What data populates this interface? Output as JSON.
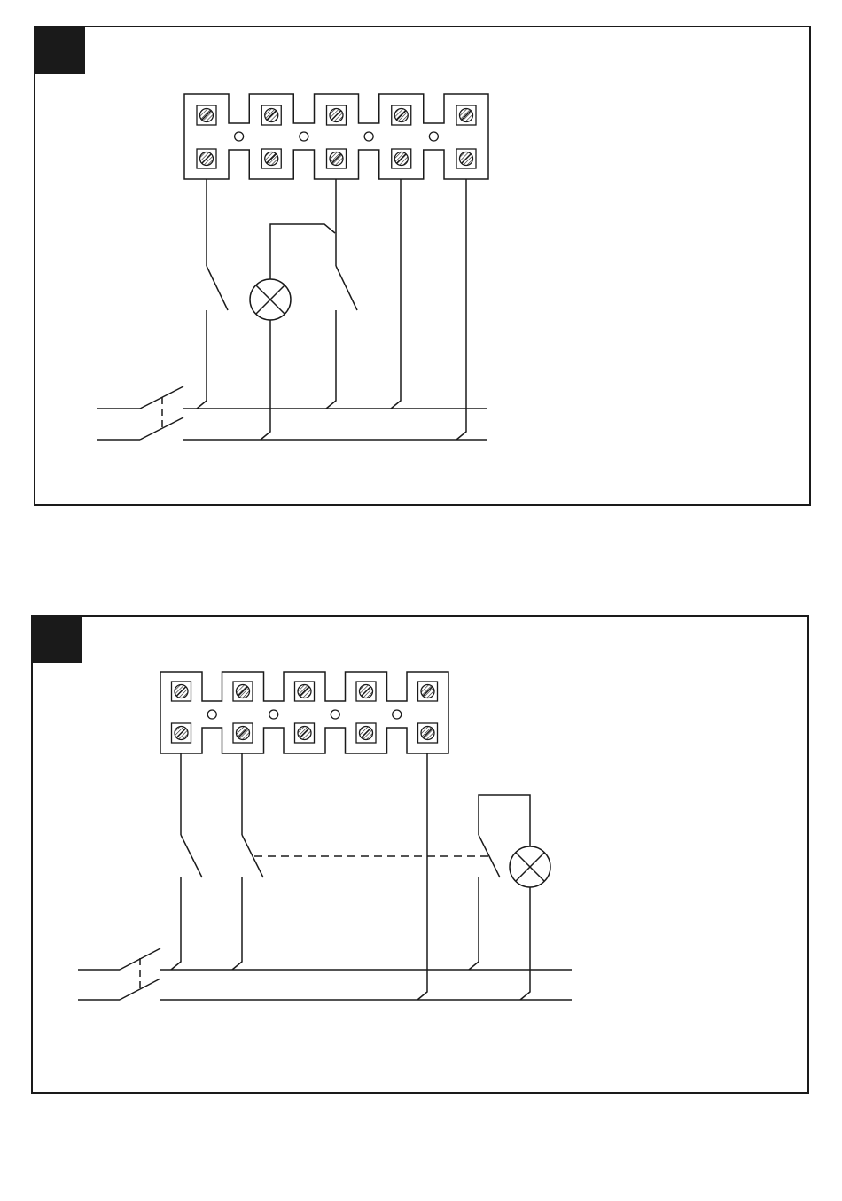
{
  "colors": {
    "ink": "#1a1a1a",
    "background": "#ffffff"
  },
  "panels": [
    {
      "id": "panel-1",
      "terminal_block": {
        "terminals": 5,
        "screw_rows": 2
      },
      "components": [
        "lamp-icon",
        "switch-contact-icon",
        "switch-contact-icon",
        "main-switch-icon"
      ]
    },
    {
      "id": "panel-2",
      "terminal_block": {
        "terminals": 5,
        "screw_rows": 2
      },
      "components": [
        "lamp-icon",
        "switch-contact-icon",
        "switch-contact-icon",
        "switch-contact-icon",
        "mechanical-linkage-dashed",
        "main-switch-icon"
      ]
    }
  ]
}
